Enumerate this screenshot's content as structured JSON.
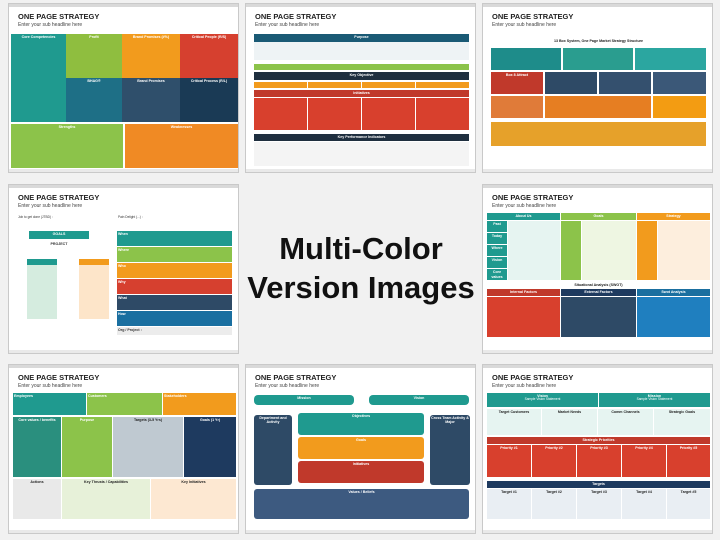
{
  "center": {
    "line1": "Multi-Color",
    "line2": "Version Images"
  },
  "thumbs": [
    {
      "title": "ONE PAGE STRATEGY",
      "subtitle": "Enter your sub headline here"
    },
    {
      "title": "ONE PAGE STRATEGY",
      "subtitle": "Enter your sub headline here"
    },
    {
      "title": "ONE PAGE STRATEGY",
      "subtitle": "Enter your sub headline here"
    },
    {
      "title": "ONE PAGE STRATEGY",
      "subtitle": "Enter your sub headline here"
    },
    {
      "title": "ONE PAGE STRATEGY",
      "subtitle": "Enter your sub headline here"
    },
    {
      "title": "ONE PAGE STRATEGY",
      "subtitle": "Enter your sub headline here"
    },
    {
      "title": "ONE PAGE STRATEGY",
      "subtitle": "Enter your sub headline here"
    },
    {
      "title": "ONE PAGE STRATEGY",
      "subtitle": "Enter your sub headline here"
    }
  ],
  "t1": {
    "core": "Core Competencies",
    "profit": "Profit",
    "brand": "Brand Promises (#%)",
    "critical": "Critical People (R/S)",
    "bhag": "BHAG®",
    "brand2": "Brand Promises",
    "critical2": "Critical Process (R/L)",
    "strengths": "Strengths",
    "weaknesses": "Weaknesses"
  },
  "t2": {
    "purpose": "Purpose",
    "key": "Key Objective",
    "initiatives": "Initiatives",
    "kpi": "Key Performance Indicators"
  },
  "t3": {
    "heading": "13 Box System, One Page Market Strategy Structure",
    "box8": "Box 8 Attract"
  },
  "t4": {
    "g1": "Job to get done (JTBD) :",
    "g2": "Pain Delight (...) :",
    "goals": "GOALS",
    "project": "PROJECT",
    "rows": [
      "When",
      "Where",
      "Who",
      "Why",
      "What",
      "How",
      "Org / Project :"
    ]
  },
  "t5": {
    "about": "About Us",
    "goals": "Goals",
    "strategy": "Strategy",
    "sit": "Situational Analysis (SWOT)",
    "internal": "Internal Factors",
    "external": "External Factors",
    "swot": "Swot Analysis",
    "rows": [
      "Past",
      "Today",
      "Where",
      "Vision",
      "Core values"
    ]
  },
  "t6": {
    "employees": "Employees",
    "customers": "Customers",
    "stakeholders": "Stakeholders",
    "core": "Core values / benefits",
    "purpose": "Purpose",
    "targets": "Targets (3-5 Yrs)",
    "goals": "Goals (1 Yr)",
    "actions": "Actions",
    "keythrust": "Key Thrusts / Capabilities",
    "initiatives": "Key Initiatives"
  },
  "t7": {
    "mission": "Mission",
    "vision": "Vision",
    "dept": "Department and Activity",
    "objectives": "Objectives",
    "goals": "Goals",
    "initiatives": "Initiatives",
    "cross": "Cross Team Activity & Major",
    "values": "Values / Beliefs"
  },
  "t8": {
    "vision": "Vision",
    "vision_sub": "Sample Vision Statement",
    "mission": "Mission",
    "mission_sub": "Sample Vision Statement",
    "target": "Target Customers",
    "needs": "Market Needs",
    "channels": "Comm Channels",
    "goals": "Strategic Goals",
    "priorities": "Strategic Priorities",
    "targets": "Targets",
    "p": [
      "Priority #1",
      "Priority #2",
      "Priority #3",
      "Priority #4",
      "Priority #5"
    ],
    "t": [
      "Target #1",
      "Target #2",
      "Target #3",
      "Target #4",
      "Target #5"
    ]
  }
}
